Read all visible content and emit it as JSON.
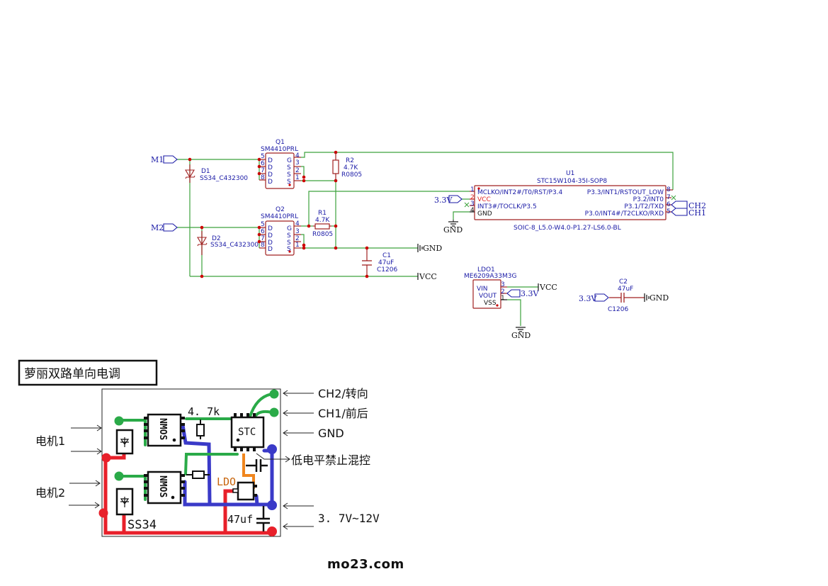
{
  "schematic": {
    "ports": {
      "m1": "M1",
      "m2": "M2",
      "v33_u1": "3.3V",
      "v33_ldo": "3.3V",
      "v33_c2": "3.3V",
      "ch2": "CH2",
      "ch1": "CH1"
    },
    "power": {
      "gnd1": "GND",
      "gnd2": "GND",
      "gnd3": "GND",
      "gnd4": "GND",
      "vcc1": "VCC",
      "vcc2": "VCC"
    },
    "d1": {
      "ref": "D1",
      "value": "SS34_C432300"
    },
    "d2": {
      "ref": "D2",
      "value": "SS34_C432300"
    },
    "q1": {
      "ref": "Q1",
      "value": "SM4410PRL",
      "pins_left": [
        "5",
        "6",
        "7",
        "8"
      ],
      "names_left": [
        "D",
        "D",
        "D",
        "D"
      ],
      "pins_right": [
        "4",
        "3",
        "2",
        "1"
      ],
      "names_right": [
        "G",
        "S",
        "S",
        "S"
      ]
    },
    "q2": {
      "ref": "Q2",
      "value": "SM4410PRL",
      "pins_left": [
        "5",
        "6",
        "7",
        "8"
      ],
      "names_left": [
        "D",
        "D",
        "D",
        "D"
      ],
      "pins_right": [
        "4",
        "3",
        "2",
        "1"
      ],
      "names_right": [
        "G",
        "S",
        "S",
        "S"
      ]
    },
    "r1": {
      "ref": "R1",
      "value": "4.7K",
      "footprint": "R0805"
    },
    "r2": {
      "ref": "R2",
      "value": "4.7K",
      "footprint": "R0805"
    },
    "c1": {
      "ref": "C1",
      "value": "47uF",
      "footprint": "C1206"
    },
    "c2": {
      "ref": "C2",
      "value": "47uF",
      "footprint": "C1206"
    },
    "u1": {
      "ref": "U1",
      "value": "STC15W104-35I-SOP8",
      "footprint": "SOIC-8_L5.0-W4.0-P1.27-LS6.0-BL",
      "left": [
        {
          "n": "1",
          "name": "MCLKO/INT2#/T0/RST/P3.4"
        },
        {
          "n": "2",
          "name": "VCC"
        },
        {
          "n": "3",
          "name": "INT3#/TOCLK/P3.5"
        },
        {
          "n": "4",
          "name": "GND"
        }
      ],
      "right": [
        {
          "n": "8",
          "name": "P3.3/INT1/RSTOUT_LOW"
        },
        {
          "n": "7",
          "name": "P3.2/INT0"
        },
        {
          "n": "6",
          "name": "P3.1/T2/TXD"
        },
        {
          "n": "5",
          "name": "P3.0/INT4#/T2CLKO/RXD"
        }
      ]
    },
    "ldo": {
      "ref": "LDO1",
      "value": "ME6209A33M3G",
      "pins": [
        {
          "n": "3",
          "name": "VIN"
        },
        {
          "n": "2",
          "name": "VOUT"
        },
        {
          "n": "1",
          "name": "VSS"
        }
      ]
    }
  },
  "layout_diagram": {
    "title": "萝丽双路单向电调",
    "r_label": "4. 7k",
    "stc_label": "STC",
    "nmos1": "NMOS",
    "nmos2": "NMOS",
    "ldo_label": "LDO",
    "cap_label": "47uf",
    "diode_label": "SS34",
    "motor1": "电机1",
    "motor2": "电机2",
    "ch2": "CH2/转向",
    "ch1": "CH1/前后",
    "gnd": "GND",
    "low_level": "低电平禁止混控",
    "voltage": "3. 7V~12V"
  },
  "watermark": "mo23.com"
}
